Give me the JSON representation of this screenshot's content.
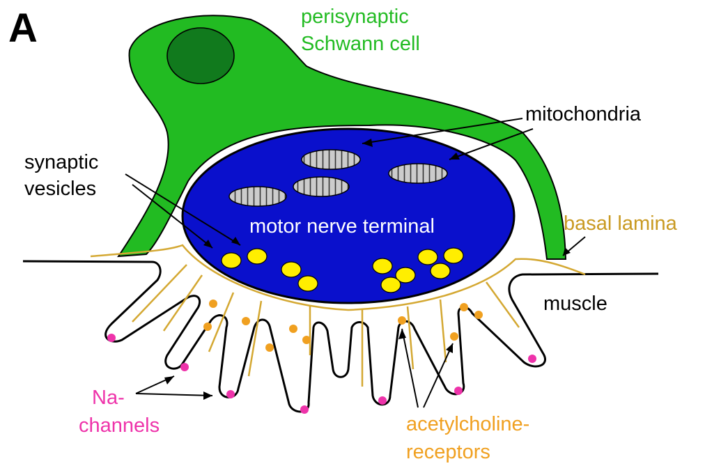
{
  "panel_letter": "A",
  "labels": {
    "schwann_line1": "perisynaptic",
    "schwann_line2": "Schwann cell",
    "mitochondria": "mitochondria",
    "vesicles_line1": "synaptic",
    "vesicles_line2": "vesicles",
    "terminal": "motor nerve terminal",
    "basal_lamina": "basal lamina",
    "muscle": "muscle",
    "na_line1": "Na-",
    "na_line2": "channels",
    "achr_line1": "acetylcholine-",
    "achr_line2": "receptors"
  },
  "colors": {
    "schwann_cell": "#22bb22",
    "schwann_nucleus": "#117a1d",
    "schwann_text": "#22bb22",
    "nerve_terminal": "#0a10cc",
    "terminal_text": "#ffffff",
    "mitochondria": "#cccccc",
    "vesicles": "#ffee00",
    "basal_lamina": "#d4a832",
    "basal_lamina_text": "#c99a22",
    "achr_dots": "#f0a020",
    "achr_text": "#f0a020",
    "na_dots": "#ee33aa",
    "na_text": "#ee33aa",
    "outline": "#000000",
    "text": "#000000"
  }
}
